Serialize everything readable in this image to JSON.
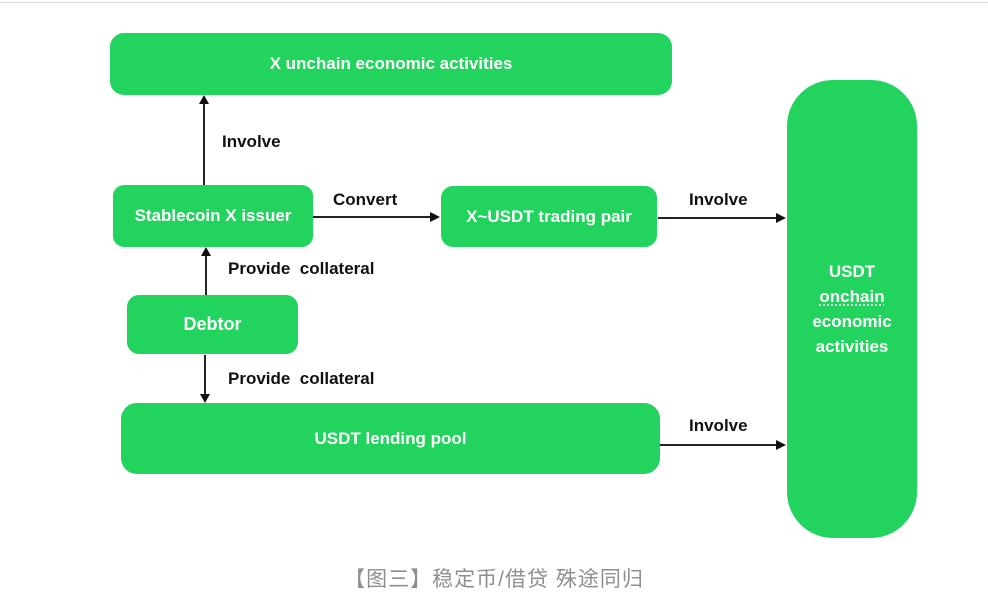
{
  "diagram": {
    "nodes": {
      "x_unchain": {
        "label": "X unchain economic activities"
      },
      "stablecoin_issuer": {
        "label": "Stablecoin X issuer"
      },
      "trading_pair": {
        "label": "X~USDT trading pair"
      },
      "debtor": {
        "label": "Debtor"
      },
      "lending_pool": {
        "label": "USDT lending pool"
      },
      "usdt_onchain": {
        "lines": [
          "USDT",
          "onchain",
          "economic",
          "activities"
        ]
      }
    },
    "edges": {
      "involve_top": {
        "label": "Involve"
      },
      "convert": {
        "label": "Convert"
      },
      "involve_mid": {
        "label": "Involve"
      },
      "provide_collateral_up": {
        "label": "Provide  collateral"
      },
      "provide_collateral_down": {
        "label": "Provide  collateral"
      },
      "involve_bottom": {
        "label": "Involve"
      }
    },
    "caption": "【图三】稳定币/借贷 殊途同归",
    "colors": {
      "node_green": "#22d35e",
      "arrow_black": "#111111",
      "caption_gray": "#8f8f8f"
    }
  }
}
